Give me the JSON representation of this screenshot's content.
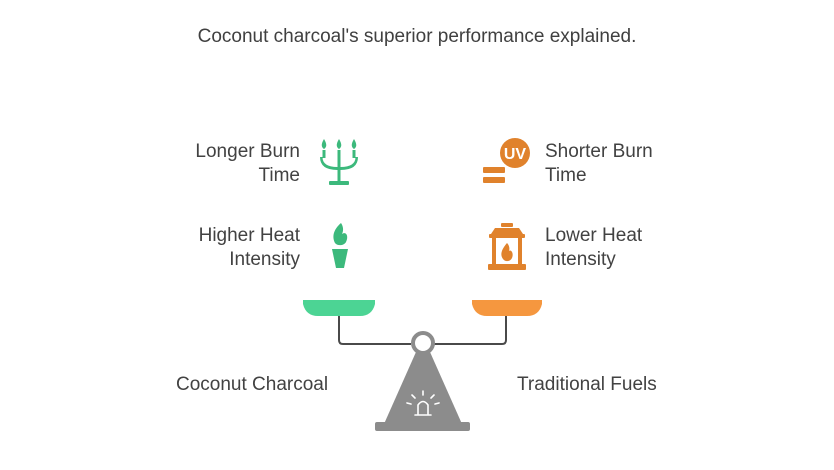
{
  "title": "Coconut charcoal's superior performance explained.",
  "left": {
    "name": "Coconut Charcoal",
    "color": "#4cd494",
    "iconColor": "#3cb97c",
    "items": [
      {
        "label": "Longer Burn\nTime",
        "icon": "candelabra-icon"
      },
      {
        "label": "Higher Heat\nIntensity",
        "icon": "torch-icon"
      }
    ]
  },
  "right": {
    "name": "Traditional Fuels",
    "color": "#f5973f",
    "iconColor": "#e0822c",
    "items": [
      {
        "label": "Shorter Burn\nTime",
        "icon": "uv-icon",
        "icon_text": "UV"
      },
      {
        "label": "Lower Heat\nIntensity",
        "icon": "lantern-icon"
      }
    ]
  },
  "scaleColor": "#8c8c8c"
}
